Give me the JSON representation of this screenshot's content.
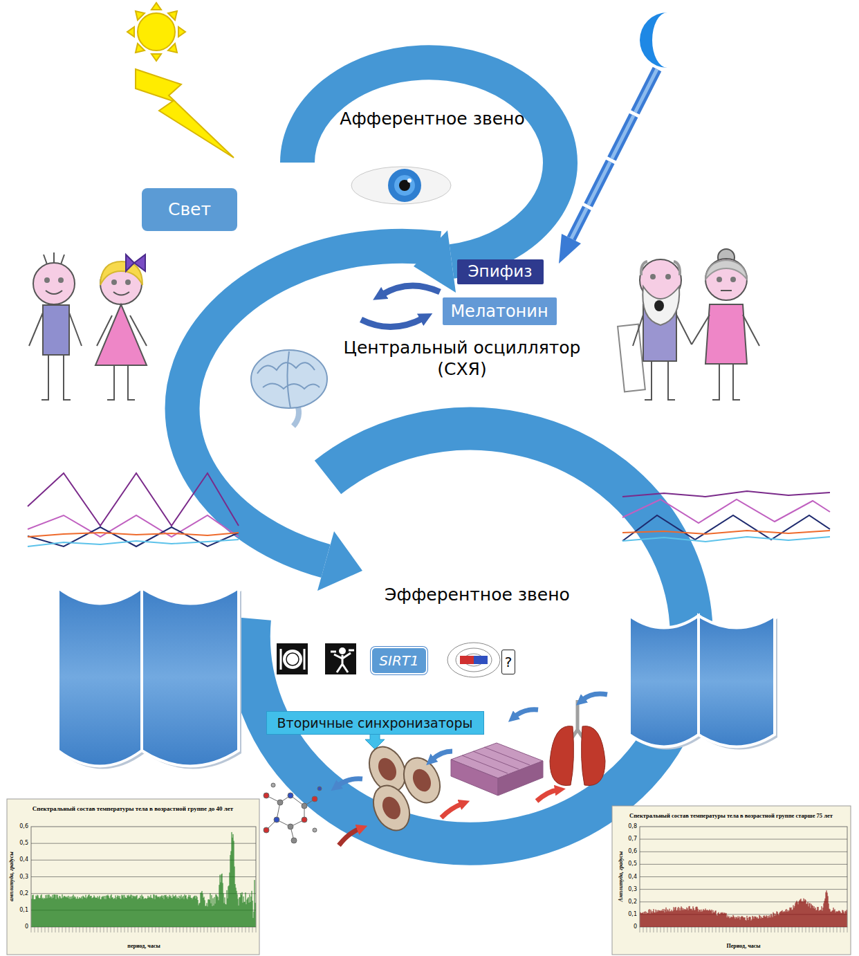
{
  "diagram": {
    "nodes": [
      {
        "text": [
          "Свет"
        ]
      },
      {
        "text": [
          "Эпифиз"
        ]
      },
      {
        "text": [
          "Мелатонин"
        ]
      },
      {
        "text": [
          "SIRT1"
        ]
      },
      {
        "text": [
          "?"
        ]
      },
      {
        "text": [
          "Вторичные синхронизаторы"
        ]
      }
    ],
    "labels": [
      "Афферентное звено",
      "Центральный осциллятор (СХЯ)",
      "Эфферентное звено",
      "Спектральный состав температуры тела в возрастной группе до 40 лет",
      "амплитуда, градусы",
      "0,6",
      "0,5",
      "0,4",
      "0,3",
      "0,2",
      "0,1",
      "0",
      "период, часы",
      "Спектральный состав температуры тела в возрастной группе старше 75 лет",
      "Амплитуда, градусы",
      "0,8",
      "0,7",
      "0,6",
      "0,5",
      "0,4",
      "0,3",
      "0,2",
      "0,1",
      "0",
      "Период, часы"
    ]
  }
}
